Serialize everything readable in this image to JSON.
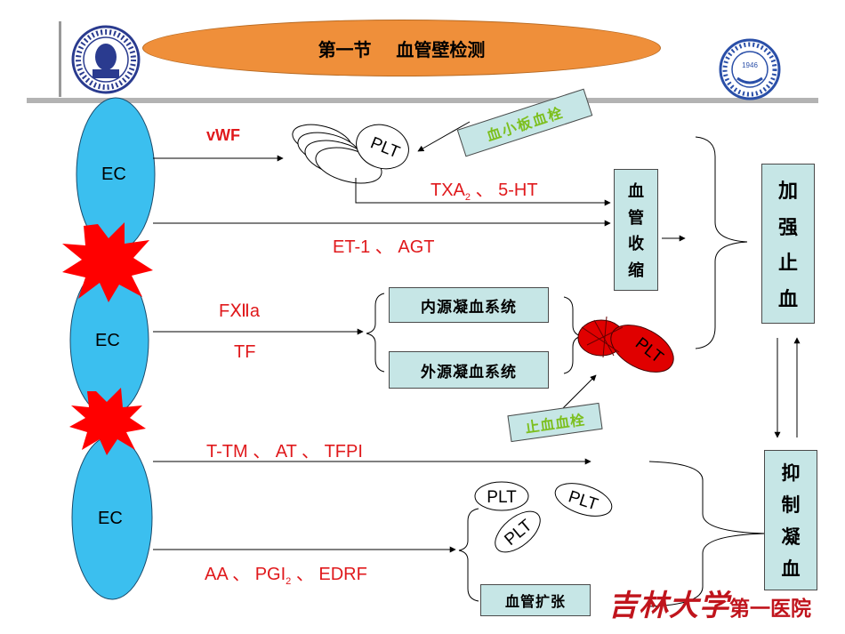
{
  "header": {
    "title": "第一节    血管壁检测",
    "hospital_logo_text": "THE FIRST HOSPITAL OF JILIN UNIVERSITY",
    "university_logo_text": "JILIN UNIVERSITY·CHINA",
    "university_logo_year": "1946"
  },
  "cells": {
    "ec1": "EC",
    "ec2": "EC",
    "ec3": "EC"
  },
  "labels": {
    "vwf": "vWF",
    "txa_prefix": "TXA",
    "txa_sub": "2",
    "txa_suffix": "、 5-HT",
    "et1": "ET-1 、 AGT",
    "fxiia": "FⅫa",
    "tf": "TF",
    "ttm": "T-TM 、 AT 、 TFPI",
    "aa_prefix": "AA 、 PGI",
    "aa_sub": "2",
    "aa_suffix": "、 EDRF"
  },
  "plt": {
    "cluster_label": "PLT",
    "clot_label": "PLT",
    "p1": "PLT",
    "p2": "PLT",
    "p3": "PLT"
  },
  "boxes": {
    "platelet_thrombus": "血小板血栓",
    "vasoconstriction": [
      "血",
      "管",
      "收",
      "缩"
    ],
    "enhance_hemostasis": [
      "加",
      "强",
      "止",
      "血"
    ],
    "intrinsic": "内源凝血系统",
    "extrinsic": "外源凝血系统",
    "hemostatic_thrombus": "止血血栓",
    "inhibit_coagulation": [
      "抑",
      "制",
      "凝",
      "血"
    ],
    "vasodilation": "血管扩张"
  },
  "footer": {
    "brand": "吉林大学",
    "hospital": "第一医院"
  },
  "colors": {
    "title_oval": "#ef8f3a",
    "cell_blue": "#3bbfef",
    "burst_red": "#ff0000",
    "box_fill": "#c6e6e6",
    "label_red": "#e0191c",
    "green_text": "#7cbf1e",
    "clot_red": "#e00000"
  }
}
